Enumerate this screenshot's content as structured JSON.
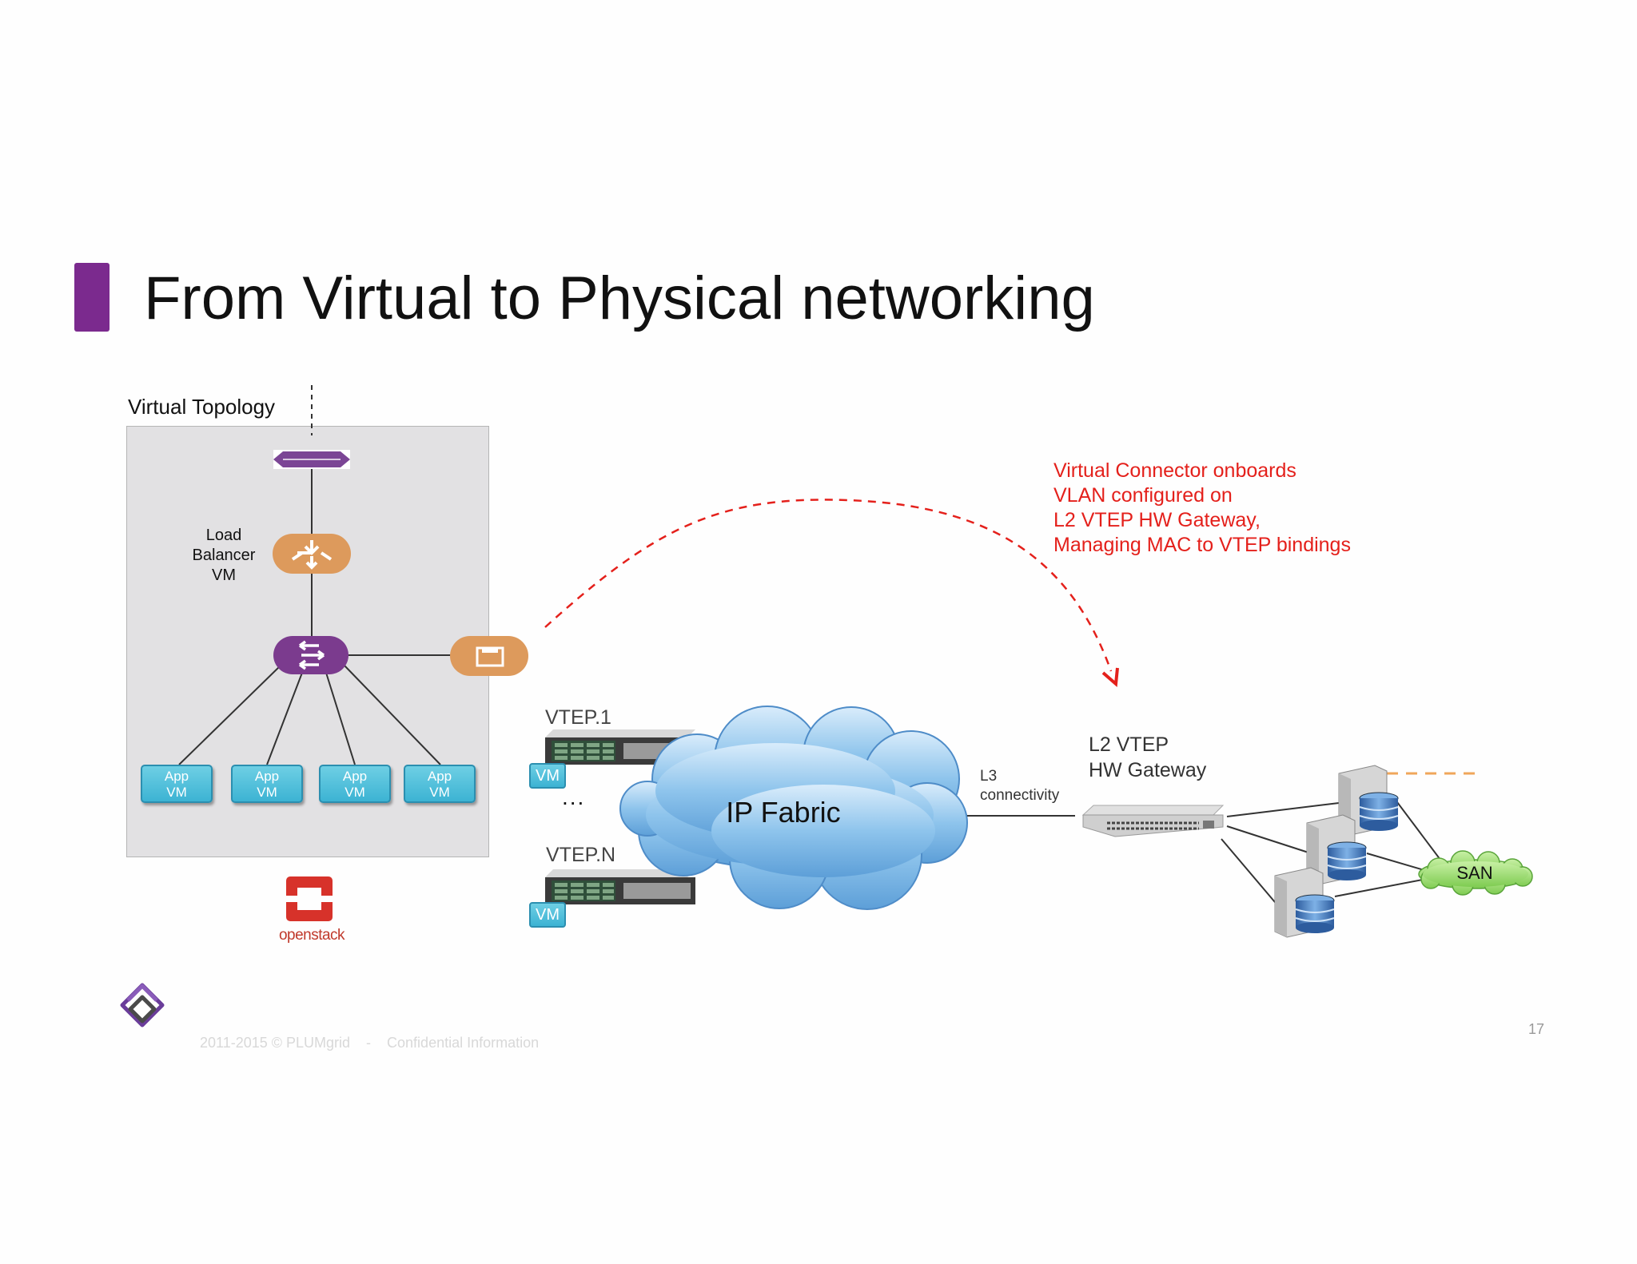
{
  "title": "From Virtual to Physical networking",
  "virtual_topology": {
    "label": "Virtual Topology",
    "load_balancer_label": "Load\nBalancer\nVM",
    "app_vms": [
      {
        "line1": "App",
        "line2": "VM"
      },
      {
        "line1": "App",
        "line2": "VM"
      },
      {
        "line1": "App",
        "line2": "VM"
      },
      {
        "line1": "App",
        "line2": "VM"
      }
    ]
  },
  "physical": {
    "vtep1_label": "VTEP.1",
    "vtepn_label": "VTEP.N",
    "vm_label": "VM",
    "ellipsis": "...",
    "ip_fabric_label": "IP Fabric",
    "l3_label": "L3\nconnectivity",
    "gateway_label": "L2 VTEP\nHW Gateway",
    "san_label": "SAN"
  },
  "annotation": "Virtual Connector onboards\nVLAN configured on\nL2 VTEP HW Gateway,\nManaging MAC to VTEP bindings",
  "logos": {
    "openstack": "openstack"
  },
  "footer": {
    "copyright": "2011-2015 © PLUMgrid    -    Confidential Information",
    "page_number": "17"
  },
  "colors": {
    "accent_purple": "#7b2a8e",
    "orange": "#dd9a5c",
    "vm_blue": "#3cb3d3",
    "cloud_blue": "#8ec4ec",
    "annotation_red": "#e4201b",
    "san_green": "#9ad86b"
  },
  "icons": [
    "bridge-icon",
    "load-balancer-icon",
    "router-icon",
    "connector-port-icon",
    "server-icon",
    "switch-icon",
    "database-server-icon",
    "openstack-logo",
    "plumgrid-logo"
  ]
}
